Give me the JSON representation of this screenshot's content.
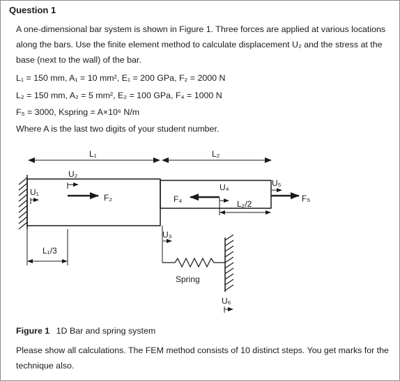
{
  "question": {
    "heading": "Question 1",
    "intro": "A one-dimensional bar system is shown in Figure 1. Three forces are applied at various locations along the bars. Use the finite element method to calculate displacement U₂ and the stress at the base (next to the wall) of the bar.",
    "params_line1": "L₁ = 150 mm, A₁ = 10 mm², E₁ = 200 GPa, F₂ = 2000 N",
    "params_line2": "L₂ = 150 mm, A₂ = 5 mm², E₂ = 100 GPa, F₄ = 1000 N",
    "params_line3": "F₅ = 3000, Kspring = A×10⁶ N/m",
    "note": "Where A is the last two digits of your student number."
  },
  "figure": {
    "labels": {
      "L1": "L₁",
      "L2": "L₂",
      "L1_third": "L₁/3",
      "L2_half": "L₂/2",
      "U1": "U₁",
      "U2": "U₂",
      "U3": "U₃",
      "U4": "U₄",
      "U5": "U₅",
      "U6": "U₆",
      "F2": "F₂",
      "F4": "F₄",
      "F5": "F₅",
      "spring": "Spring"
    },
    "caption_label": "Figure 1",
    "caption_text": "1D Bar and spring system"
  },
  "footer": "Please show all calculations. The FEM method consists of 10 distinct steps. You get marks for the technique also."
}
